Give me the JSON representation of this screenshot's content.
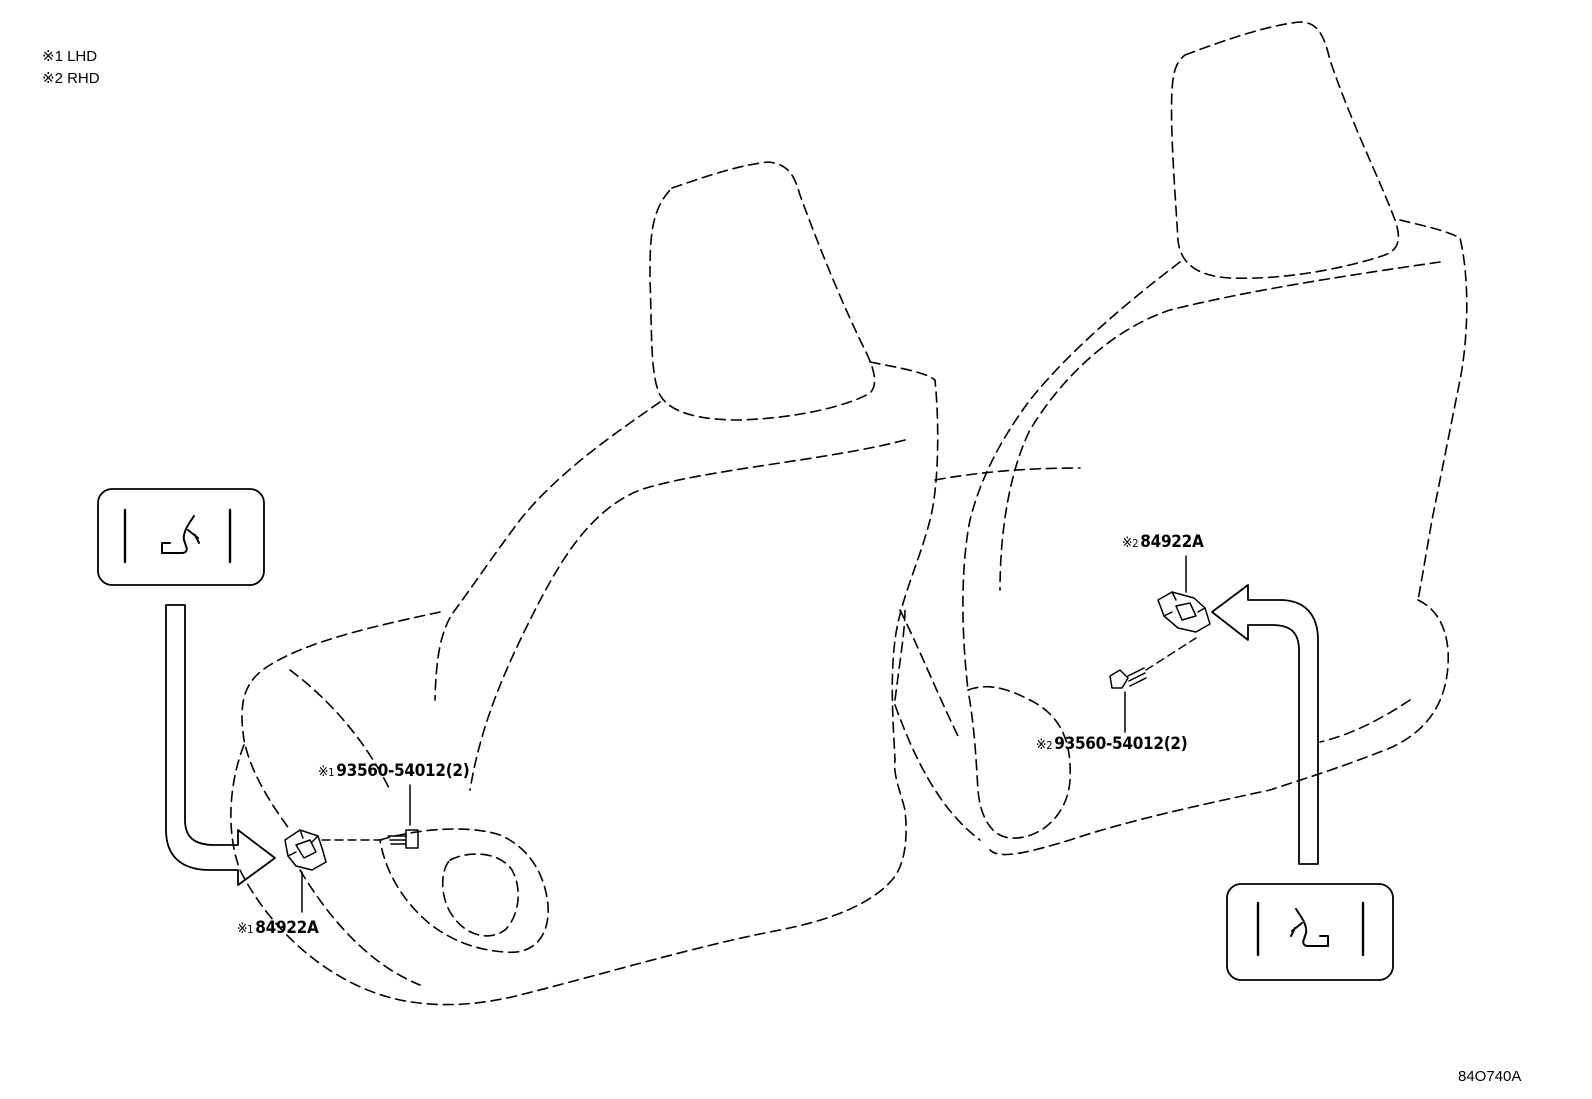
{
  "notes": {
    "lhd": "※1 LHD",
    "rhd": "※2 RHD"
  },
  "callouts": {
    "lhd_switch": {
      "mark": "※",
      "ref": "1",
      "part": "84922A"
    },
    "lhd_bolt": {
      "mark": "※",
      "ref": "1",
      "part": "93560-54012(2)"
    },
    "rhd_switch": {
      "mark": "※",
      "ref": "2",
      "part": "84922A"
    },
    "rhd_bolt": {
      "mark": "※",
      "ref": "2",
      "part": "93560-54012(2)"
    }
  },
  "icons": {
    "detail_left": "seat-heater-switch-icon",
    "detail_right": "seat-heater-switch-icon"
  },
  "drawing_id": "84O740A",
  "colors": {
    "line": "#000000",
    "background": "#ffffff"
  }
}
